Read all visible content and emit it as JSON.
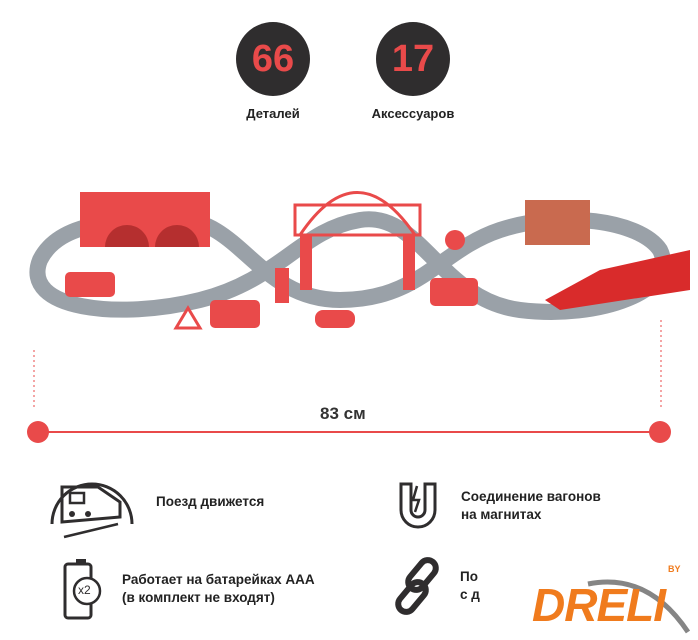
{
  "stats": [
    {
      "value": "66",
      "label": "Деталей"
    },
    {
      "value": "17",
      "label": "Аксессуаров"
    }
  ],
  "dimension": {
    "label": "83 см"
  },
  "features": [
    {
      "icon": "train-icon",
      "text_lines": [
        "Поезд движется"
      ]
    },
    {
      "icon": "magnet-icon",
      "text_lines": [
        "Соединение вагонов",
        "на магнитах"
      ]
    },
    {
      "icon": "battery-icon",
      "badge": "x2",
      "text_lines": [
        "Работает на батарейках AAA",
        "(в комплект не входят)"
      ]
    },
    {
      "icon": "chain-link-icon",
      "text_lines": [
        "По",
        "с д"
      ]
    }
  ],
  "logo": {
    "text": "DRELI",
    "suffix": "BY"
  },
  "colors": {
    "accent": "#e94a4a",
    "dark": "#2f2d2e",
    "track": "#9aa1a8",
    "logo": "#f07b1d"
  }
}
